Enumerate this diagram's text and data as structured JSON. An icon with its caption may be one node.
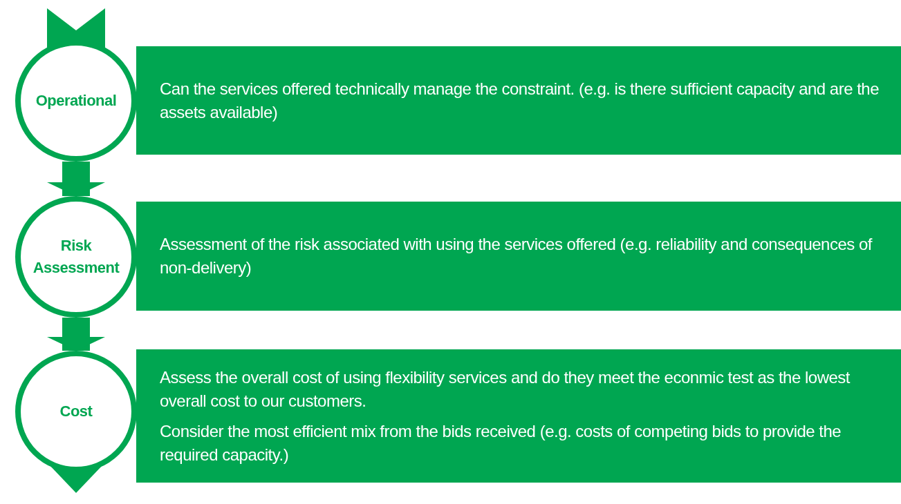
{
  "diagram": {
    "nodes": [
      {
        "text": [
          "Operational"
        ]
      },
      {
        "text": [
          "Can the services offered technically manage the constraint. (e.g. is there sufficient capacity and are the assets available)"
        ]
      },
      {
        "text": [
          "Risk Assessment"
        ]
      },
      {
        "text": [
          "Assessment of the risk associated with using the services offered (e.g. reliability and consequences of non-delivery)"
        ]
      },
      {
        "text": [
          "Cost"
        ]
      },
      {
        "text": [
          "Assess the overall cost of using flexibility services and do they meet the econmic test as the lowest overall cost to our customers.",
          "Consider the most efficient mix from the bids received (e.g. costs of competing bids to provide the required capacity.)"
        ]
      }
    ],
    "edges": [
      {
        "from": 0,
        "to": 2,
        "arrow": "to"
      },
      {
        "from": 2,
        "to": 4,
        "arrow": "to"
      }
    ]
  }
}
